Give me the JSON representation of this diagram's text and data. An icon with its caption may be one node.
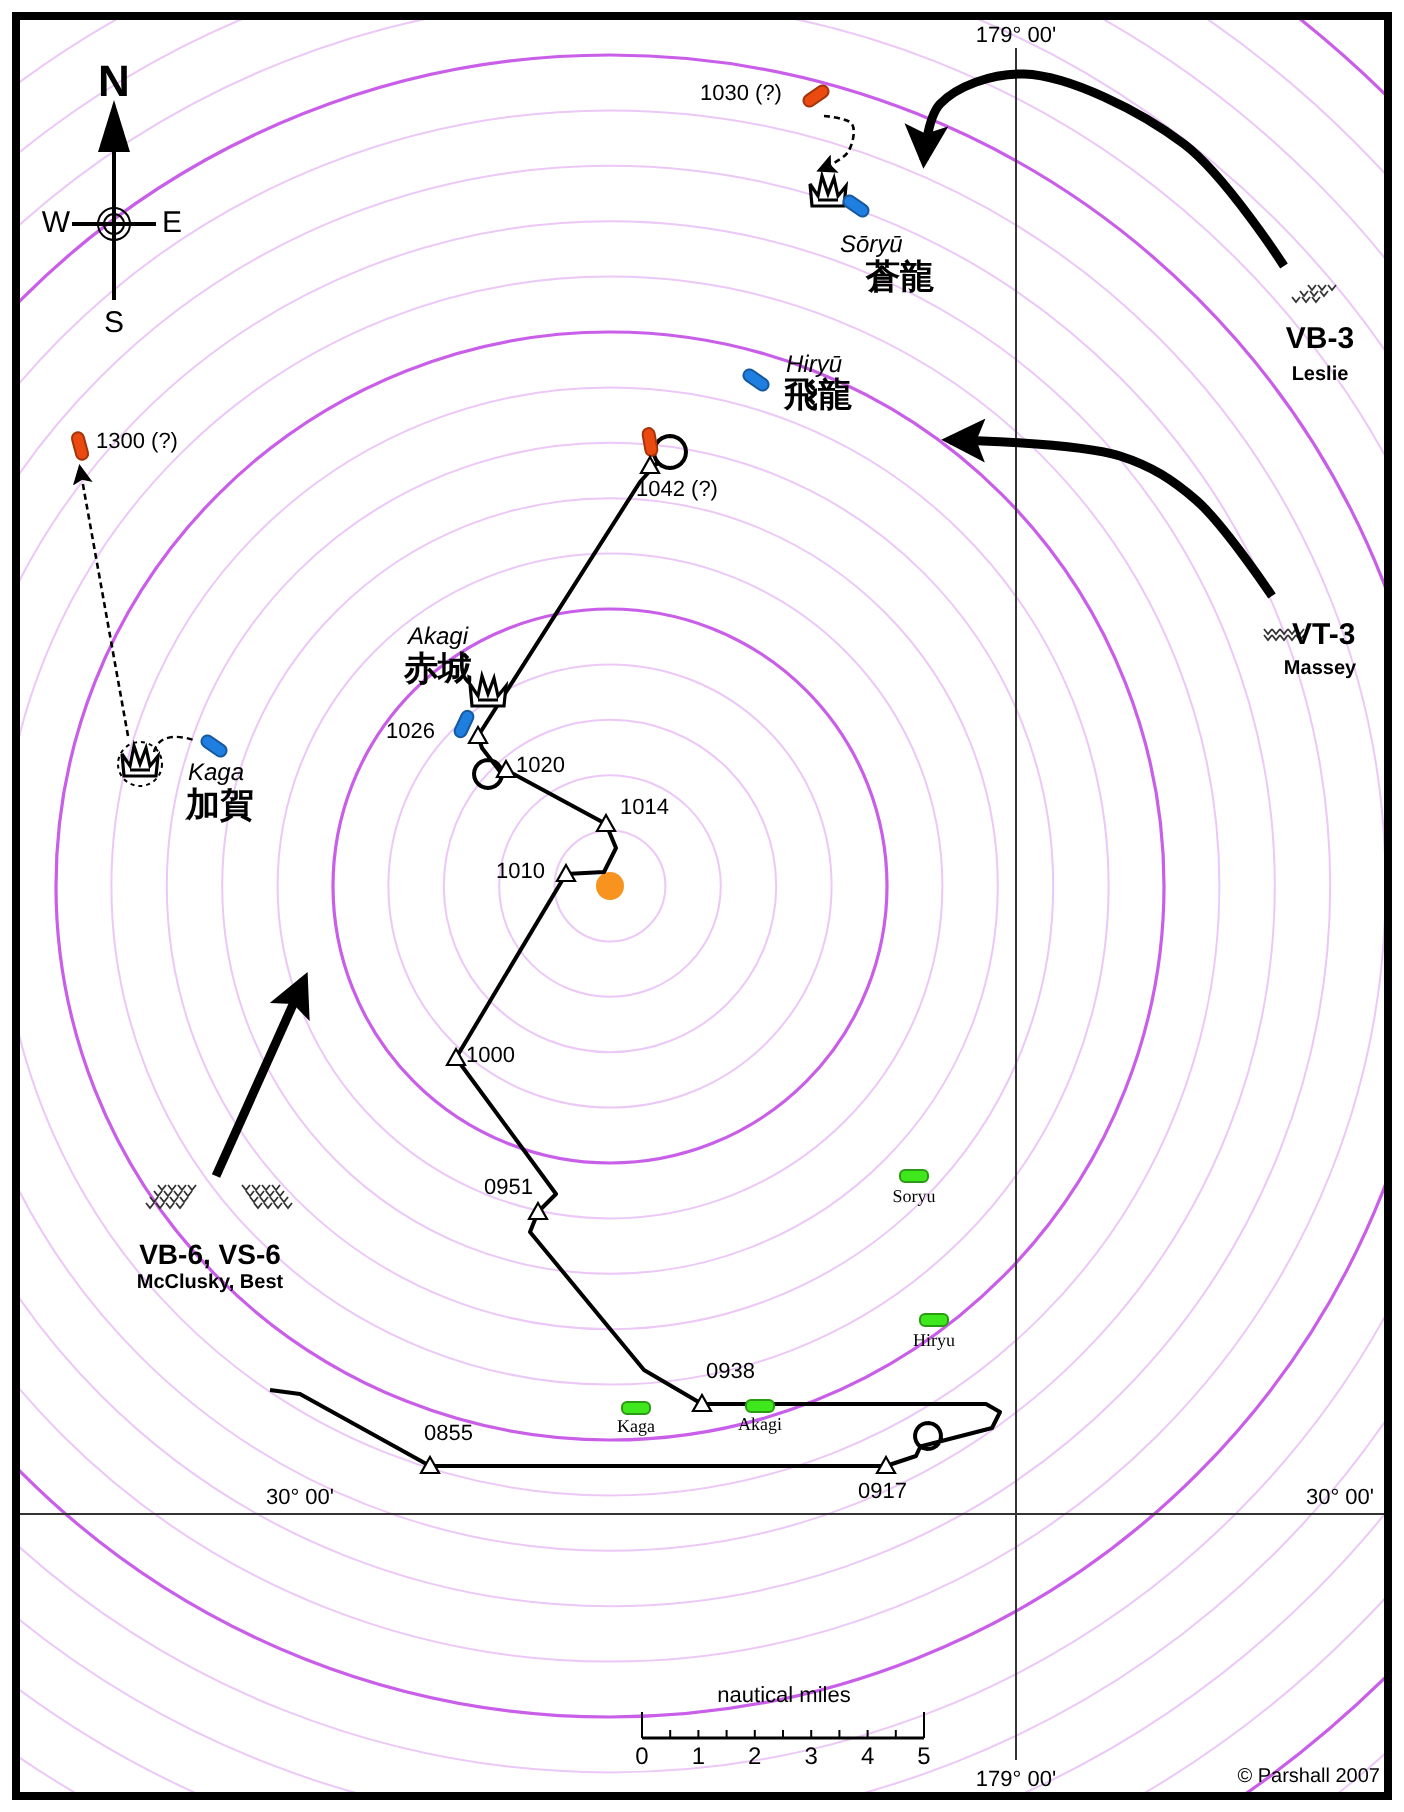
{
  "diagram": {
    "nodes": [
      {
        "text": [
          "Sōryū",
          "蒼龍"
        ]
      },
      {
        "text": [
          "1030 (?)"
        ]
      },
      {
        "text": [
          "VB-3",
          "Leslie"
        ]
      },
      {
        "text": [
          "Hiryū",
          "飛龍"
        ]
      },
      {
        "text": [
          "VT-3",
          "Massey"
        ]
      },
      {
        "text": [
          "1300 (?)"
        ]
      },
      {
        "text": [
          "Kaga",
          "加賀"
        ]
      },
      {
        "text": [
          "Akagi",
          "赤城"
        ]
      },
      {
        "text": [
          "1042 (?)"
        ]
      },
      {
        "text": [
          "1026"
        ]
      },
      {
        "text": [
          "1020"
        ]
      },
      {
        "text": [
          "1014"
        ]
      },
      {
        "text": [
          "1010"
        ]
      },
      {
        "text": [
          "1000"
        ]
      },
      {
        "text": [
          "0951"
        ]
      },
      {
        "text": [
          "0938"
        ]
      },
      {
        "text": [
          "0917"
        ]
      },
      {
        "text": [
          "0855"
        ]
      },
      {
        "text": [
          "VB-6, VS-6",
          "McClusky, Best"
        ]
      }
    ],
    "edges": [
      {
        "from": 1,
        "to": 0,
        "arrow": "to",
        "style": "dashed"
      },
      {
        "from": 2,
        "to": 0,
        "arrow": "to",
        "style": "thick"
      },
      {
        "from": 4,
        "to": null,
        "arrow": "to",
        "style": "thick"
      },
      {
        "from": 6,
        "to": 5,
        "arrow": "to",
        "style": "dashed"
      },
      {
        "from": null,
        "to": 17,
        "arrow": "none"
      },
      {
        "from": 17,
        "to": 16,
        "arrow": "none"
      },
      {
        "from": 16,
        "to": 15,
        "arrow": "none"
      },
      {
        "from": 15,
        "to": 14,
        "arrow": "none"
      },
      {
        "from": 14,
        "to": 13,
        "arrow": "none"
      },
      {
        "from": 13,
        "to": 12,
        "arrow": "none"
      },
      {
        "from": 12,
        "to": 11,
        "arrow": "none"
      },
      {
        "from": 11,
        "to": 10,
        "arrow": "none"
      },
      {
        "from": 10,
        "to": 9,
        "arrow": "none"
      },
      {
        "from": 9,
        "to": 8,
        "arrow": "none"
      },
      {
        "from": 18,
        "to": null,
        "arrow": "to",
        "style": "thick"
      }
    ],
    "labels": [
      "N",
      "179° 00'",
      "W",
      "E",
      "S",
      "Soryu",
      "Hiryu",
      "Kaga",
      "Akagi",
      "30° 00'",
      "30° 00'",
      "nautical miles",
      "0",
      "1",
      "2",
      "3",
      "4",
      "5",
      "179° 00'",
      "© Parshall 2007"
    ]
  }
}
